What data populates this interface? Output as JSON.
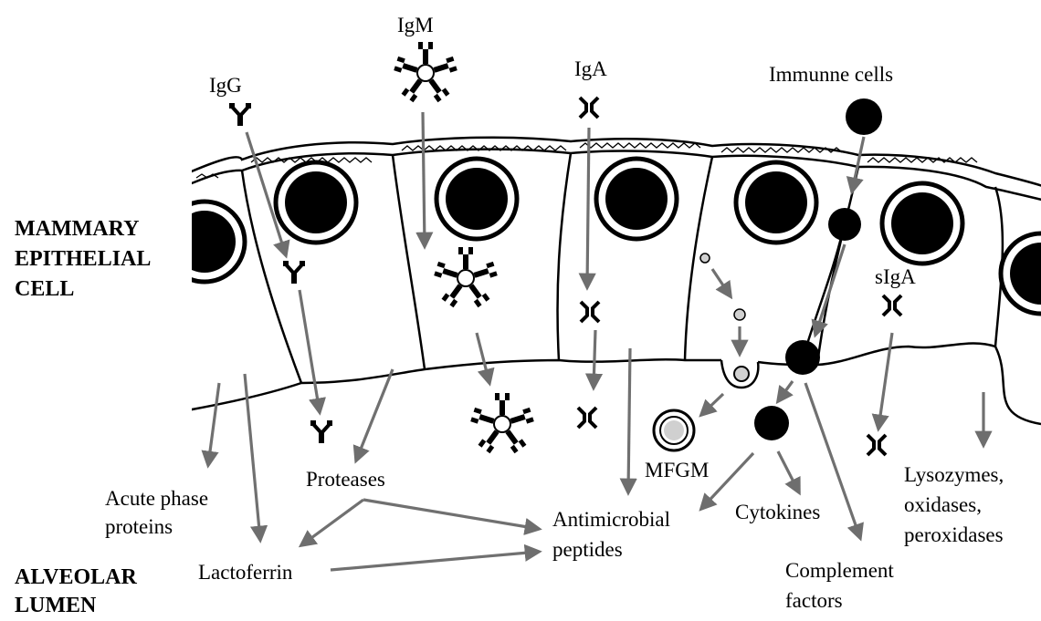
{
  "region_labels": {
    "cell_line1": "MAMMARY",
    "cell_line2": "EPITHELIAL",
    "cell_line3": "CELL",
    "lumen_line1": "ALVEOLAR",
    "lumen_line2": "LUMEN"
  },
  "molecules": {
    "igg": "IgG",
    "igm": "IgM",
    "iga": "IgA",
    "immune_cells": "Immunne cells",
    "siga": "sIgA",
    "mfgm": "MFGM"
  },
  "products": {
    "acute_phase_1": "Acute phase",
    "acute_phase_2": "proteins",
    "lactoferrin": "Lactoferrin",
    "proteases": "Proteases",
    "antimicrobial_1": "Antimicrobial",
    "antimicrobial_2": "peptides",
    "cytokines": "Cytokines",
    "complement_1": "Complement",
    "complement_2": "factors",
    "lysozymes_1": "Lysozymes,",
    "lysozymes_2": "oxidases,",
    "lysozymes_3": "peroxidases"
  },
  "colors": {
    "arrow": "#707070",
    "ink": "#000000",
    "vesicle": "#d0d0d0"
  }
}
